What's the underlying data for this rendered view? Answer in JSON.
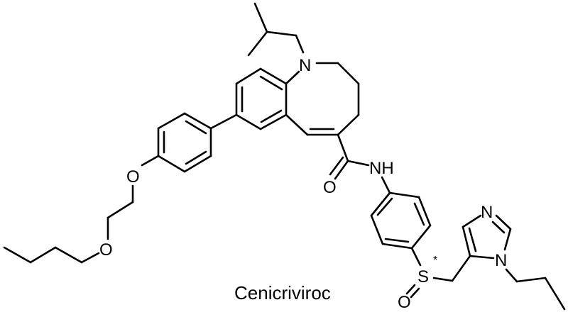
{
  "title": "Cenicriviroc",
  "atoms": {
    "n_azocine": "N",
    "nh_amide": "NH",
    "o_carbonyl": "O",
    "o_aryl_ether": "O",
    "o_butyl_ether": "O",
    "s_sulfoxide": "S",
    "o_sulfoxide": "O",
    "n3_imidazole": "N",
    "n1_imidazole": "N",
    "stereo_marker": "*"
  },
  "colors": {
    "bond": "#000000",
    "background": "#ffffff"
  }
}
